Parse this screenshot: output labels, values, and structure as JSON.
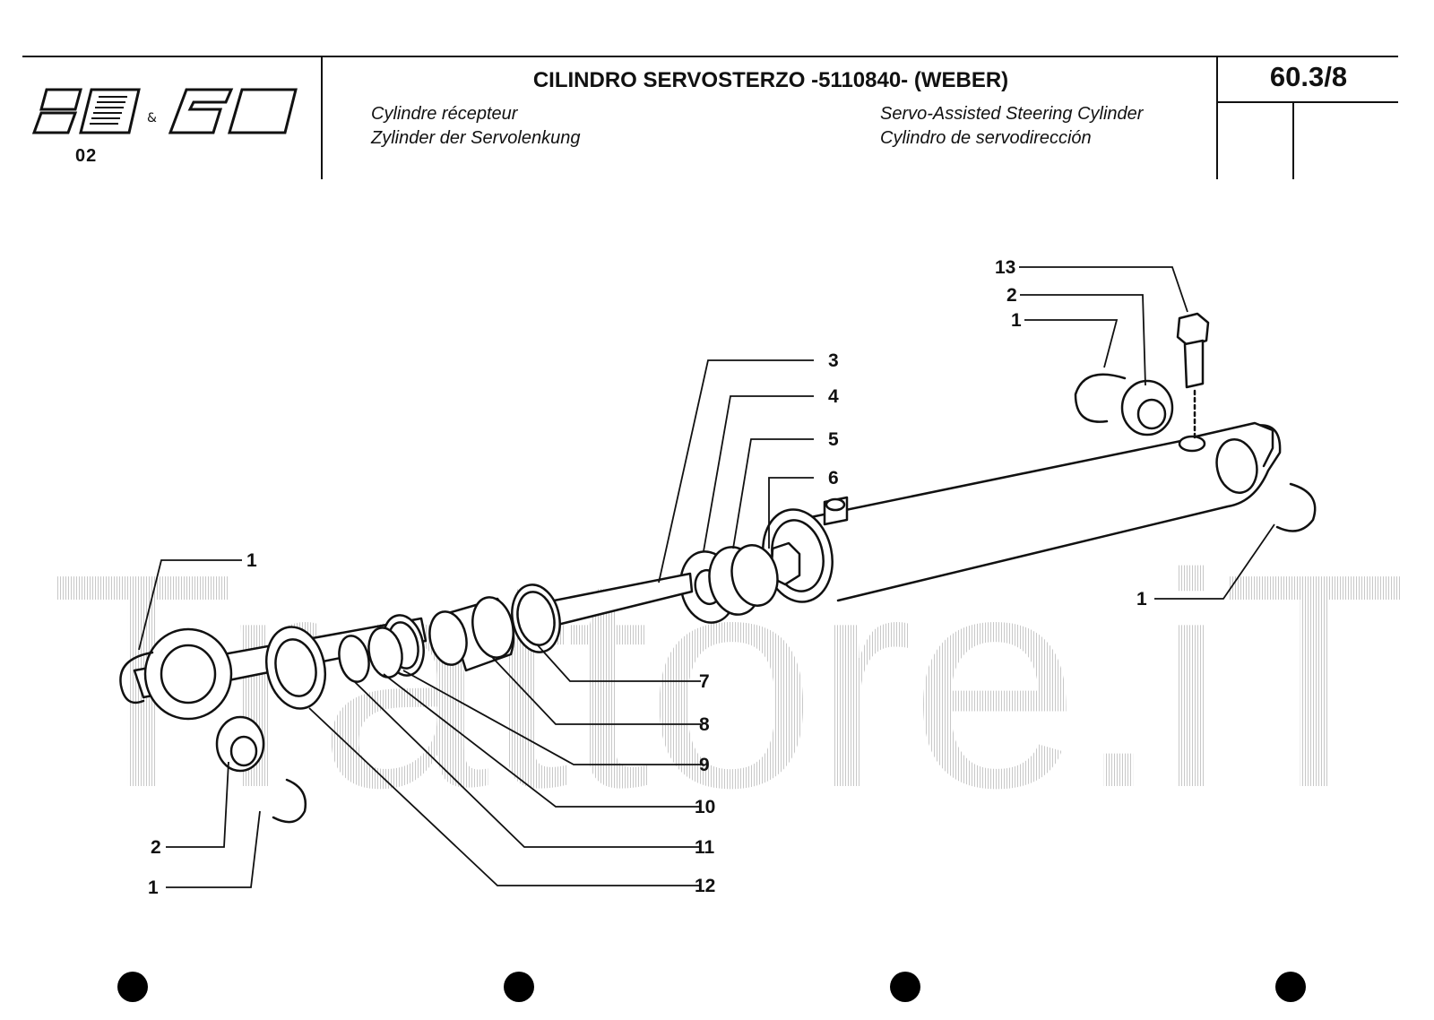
{
  "header": {
    "logo_code": "02",
    "title": "CILINDRO SERVOSTERZO -5110840- (WEBER)",
    "subtitle_fr": "Cylindre récepteur",
    "subtitle_de": "Zylinder der Servolenkung",
    "subtitle_en": "Servo-Assisted Steering Cylinder",
    "subtitle_es": "Cylindro de servodirección",
    "page_number": "60.3/8"
  },
  "watermark": "Trattore.iT",
  "callouts": {
    "c13": "13",
    "c2_top": "2",
    "c1_top": "1",
    "c3": "3",
    "c4": "4",
    "c5": "5",
    "c6": "6",
    "c1_right": "1",
    "c1_left": "1",
    "c7": "7",
    "c8": "8",
    "c9": "9",
    "c10": "10",
    "c11": "11",
    "c12": "12",
    "c2_bottom": "2",
    "c1_bottom": "1"
  }
}
